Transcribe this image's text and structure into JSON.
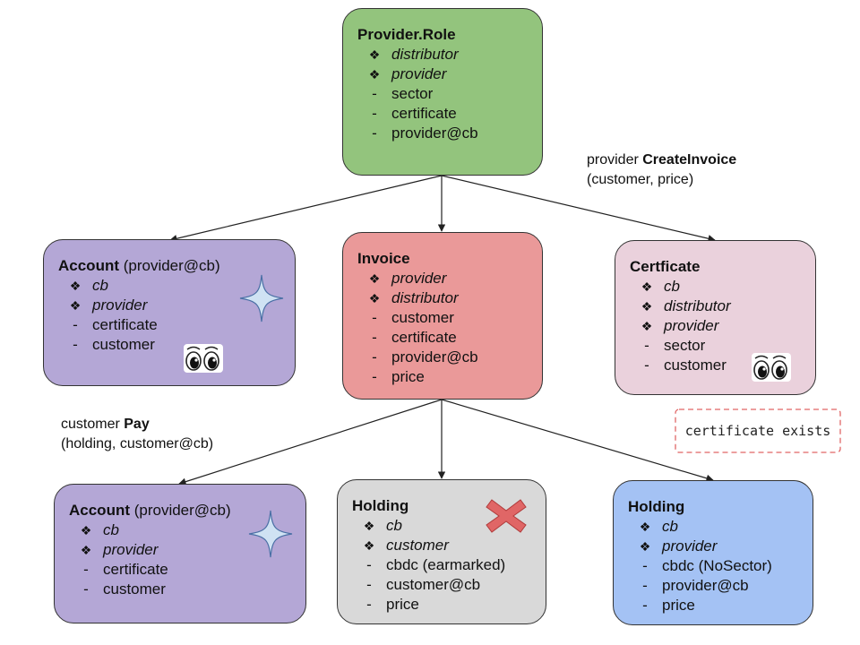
{
  "colors": {
    "role": "#93c47d",
    "account": "#b4a7d6",
    "invoice": "#ea9999",
    "certificate": "#ead1dc",
    "holding_archived": "#d9d9d9",
    "holding_new": "#a4c2f4",
    "note_border": "#e06666",
    "cross": "#e06666",
    "sparkle": "#cfe2f3"
  },
  "nodes": {
    "role": {
      "title": "Provider.Role",
      "fields": [
        {
          "marker": "diamond",
          "text": "distributor",
          "italic": true
        },
        {
          "marker": "diamond",
          "text": "provider",
          "italic": true
        },
        {
          "marker": "dash",
          "text": "sector",
          "italic": false
        },
        {
          "marker": "dash",
          "text": "certificate",
          "italic": false
        },
        {
          "marker": "dash",
          "text": "provider@cb",
          "italic": false
        }
      ]
    },
    "account_top": {
      "title_bold": "Account",
      "title_rest": " (provider@cb)",
      "icons": [
        "sparkle-icon",
        "eyes-icon"
      ],
      "fields": [
        {
          "marker": "diamond",
          "text": "cb",
          "italic": true
        },
        {
          "marker": "diamond",
          "text": "provider",
          "italic": true
        },
        {
          "marker": "dash",
          "text": "certificate",
          "italic": false
        },
        {
          "marker": "dash",
          "text": "customer",
          "italic": false
        }
      ]
    },
    "invoice": {
      "title": "Invoice",
      "fields": [
        {
          "marker": "diamond",
          "text": "provider",
          "italic": true
        },
        {
          "marker": "diamond",
          "text": "distributor",
          "italic": true
        },
        {
          "marker": "dash",
          "text": "customer",
          "italic": false
        },
        {
          "marker": "dash",
          "text": "certificate",
          "italic": false
        },
        {
          "marker": "dash",
          "text": "provider@cb",
          "italic": false
        },
        {
          "marker": "dash",
          "text": "price",
          "italic": false
        }
      ]
    },
    "certificate": {
      "title": "Certficate",
      "icons": [
        "eyes-icon"
      ],
      "fields": [
        {
          "marker": "diamond",
          "text": "cb",
          "italic": true
        },
        {
          "marker": "diamond",
          "text": "distributor",
          "italic": true
        },
        {
          "marker": "diamond",
          "text": "provider",
          "italic": true
        },
        {
          "marker": "dash",
          "text": "sector",
          "italic": false
        },
        {
          "marker": "dash",
          "text": "customer",
          "italic": false
        }
      ]
    },
    "account_bottom": {
      "title_bold": "Account",
      "title_rest": " (provider@cb)",
      "icons": [
        "sparkle-icon"
      ],
      "fields": [
        {
          "marker": "diamond",
          "text": "cb",
          "italic": true
        },
        {
          "marker": "diamond",
          "text": "provider",
          "italic": true
        },
        {
          "marker": "dash",
          "text": "certificate",
          "italic": false
        },
        {
          "marker": "dash",
          "text": "customer",
          "italic": false
        }
      ]
    },
    "holding_archived": {
      "title": "Holding",
      "icons": [
        "cross-icon"
      ],
      "fields": [
        {
          "marker": "diamond",
          "text": "cb",
          "italic": true
        },
        {
          "marker": "diamond",
          "text": "customer",
          "italic": true
        },
        {
          "marker": "dash",
          "text": "cbdc (earmarked)",
          "italic": false
        },
        {
          "marker": "dash",
          "text": "customer@cb",
          "italic": false
        },
        {
          "marker": "dash",
          "text": "price",
          "italic": false
        }
      ]
    },
    "holding_new": {
      "title": "Holding",
      "fields": [
        {
          "marker": "diamond",
          "text": "cb",
          "italic": true
        },
        {
          "marker": "diamond",
          "text": "provider",
          "italic": true
        },
        {
          "marker": "dash",
          "text": "cbdc (NoSector)",
          "italic": false
        },
        {
          "marker": "dash",
          "text": "provider@cb",
          "italic": false
        },
        {
          "marker": "dash",
          "text": "price",
          "italic": false
        }
      ]
    }
  },
  "labels": {
    "create_invoice": {
      "prefix": "provider ",
      "action": "CreateInvoice",
      "args": "(customer, price)"
    },
    "pay": {
      "prefix": "customer ",
      "action": "Pay",
      "args": "(holding, customer@cb)"
    },
    "note": "certificate exists"
  },
  "markers": {
    "diamond": "❖",
    "dash": "-"
  }
}
